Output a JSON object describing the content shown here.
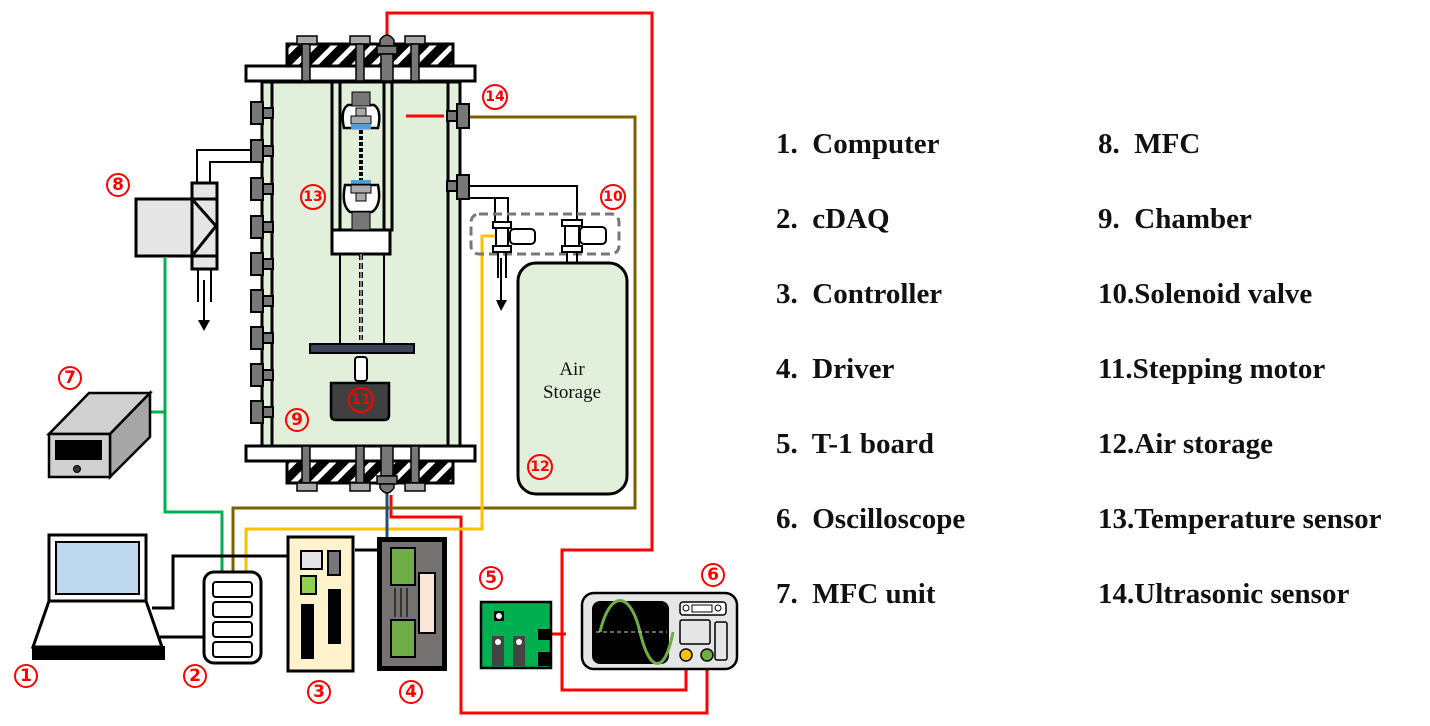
{
  "figure": {
    "type": "experimental-setup-schematic",
    "colors": {
      "callout": "#ff0000",
      "chamber_fill": "#e2efda",
      "wire_signal": "#ff0000",
      "wire_mfc": "#00b050",
      "wire_ultrasonic": "#7f6000",
      "wire_valve": "#ffc000",
      "wire_motor": "#1f4e79",
      "wire_usb": "#000000"
    },
    "callouts": [
      "1",
      "2",
      "3",
      "4",
      "5",
      "6",
      "7",
      "8",
      "9",
      "10",
      "11",
      "12",
      "13",
      "14"
    ],
    "tank_label_line1": "Air",
    "tank_label_line2": "Storage"
  },
  "legend": {
    "left": [
      {
        "num": "1.",
        "label": "Computer"
      },
      {
        "num": "2.",
        "label": "cDAQ"
      },
      {
        "num": "3.",
        "label": "Controller"
      },
      {
        "num": "4.",
        "label": "Driver"
      },
      {
        "num": "5.",
        "label": "T-1 board"
      },
      {
        "num": "6.",
        "label": "Oscilloscope"
      },
      {
        "num": "7.",
        "label": "MFC unit"
      }
    ],
    "right": [
      {
        "num": "8.",
        "label": "MFC"
      },
      {
        "num": "9.",
        "label": "Chamber"
      },
      {
        "num": "10.",
        "label": "Solenoid valve"
      },
      {
        "num": "11.",
        "label": "Stepping motor"
      },
      {
        "num": "12.",
        "label": "Air storage"
      },
      {
        "num": "13.",
        "label": "Temperature sensor"
      },
      {
        "num": "14.",
        "label": "Ultrasonic sensor"
      }
    ]
  }
}
